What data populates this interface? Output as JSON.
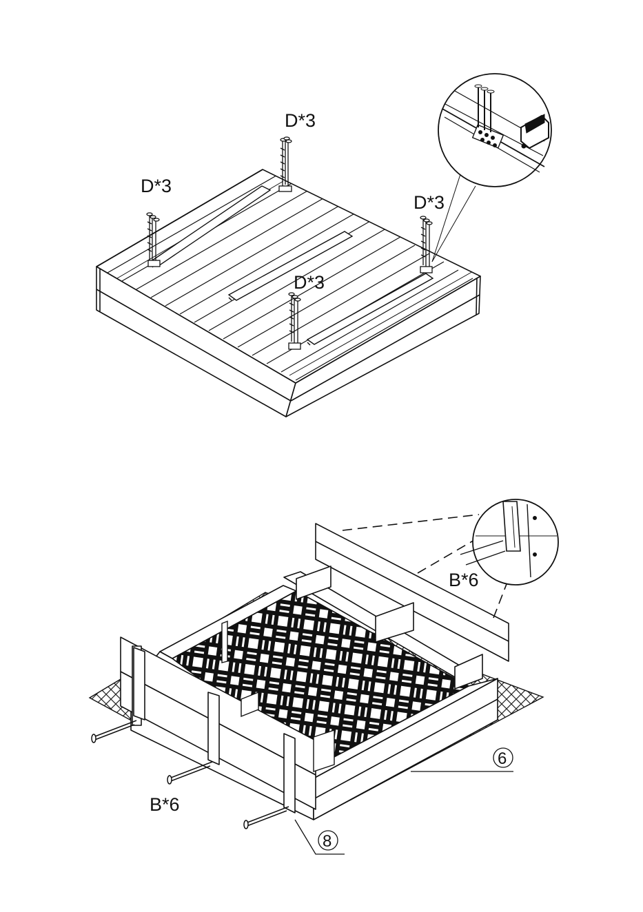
{
  "step1": {
    "labels": [
      "D*3",
      "D*3",
      "D*3",
      "D*3"
    ],
    "detail_name": "hinge-detail"
  },
  "step2": {
    "labels": [
      "B*6",
      "B*6"
    ],
    "callouts": [
      "6",
      "8"
    ]
  },
  "colors": {
    "line": "#111111",
    "background": "#ffffff"
  }
}
